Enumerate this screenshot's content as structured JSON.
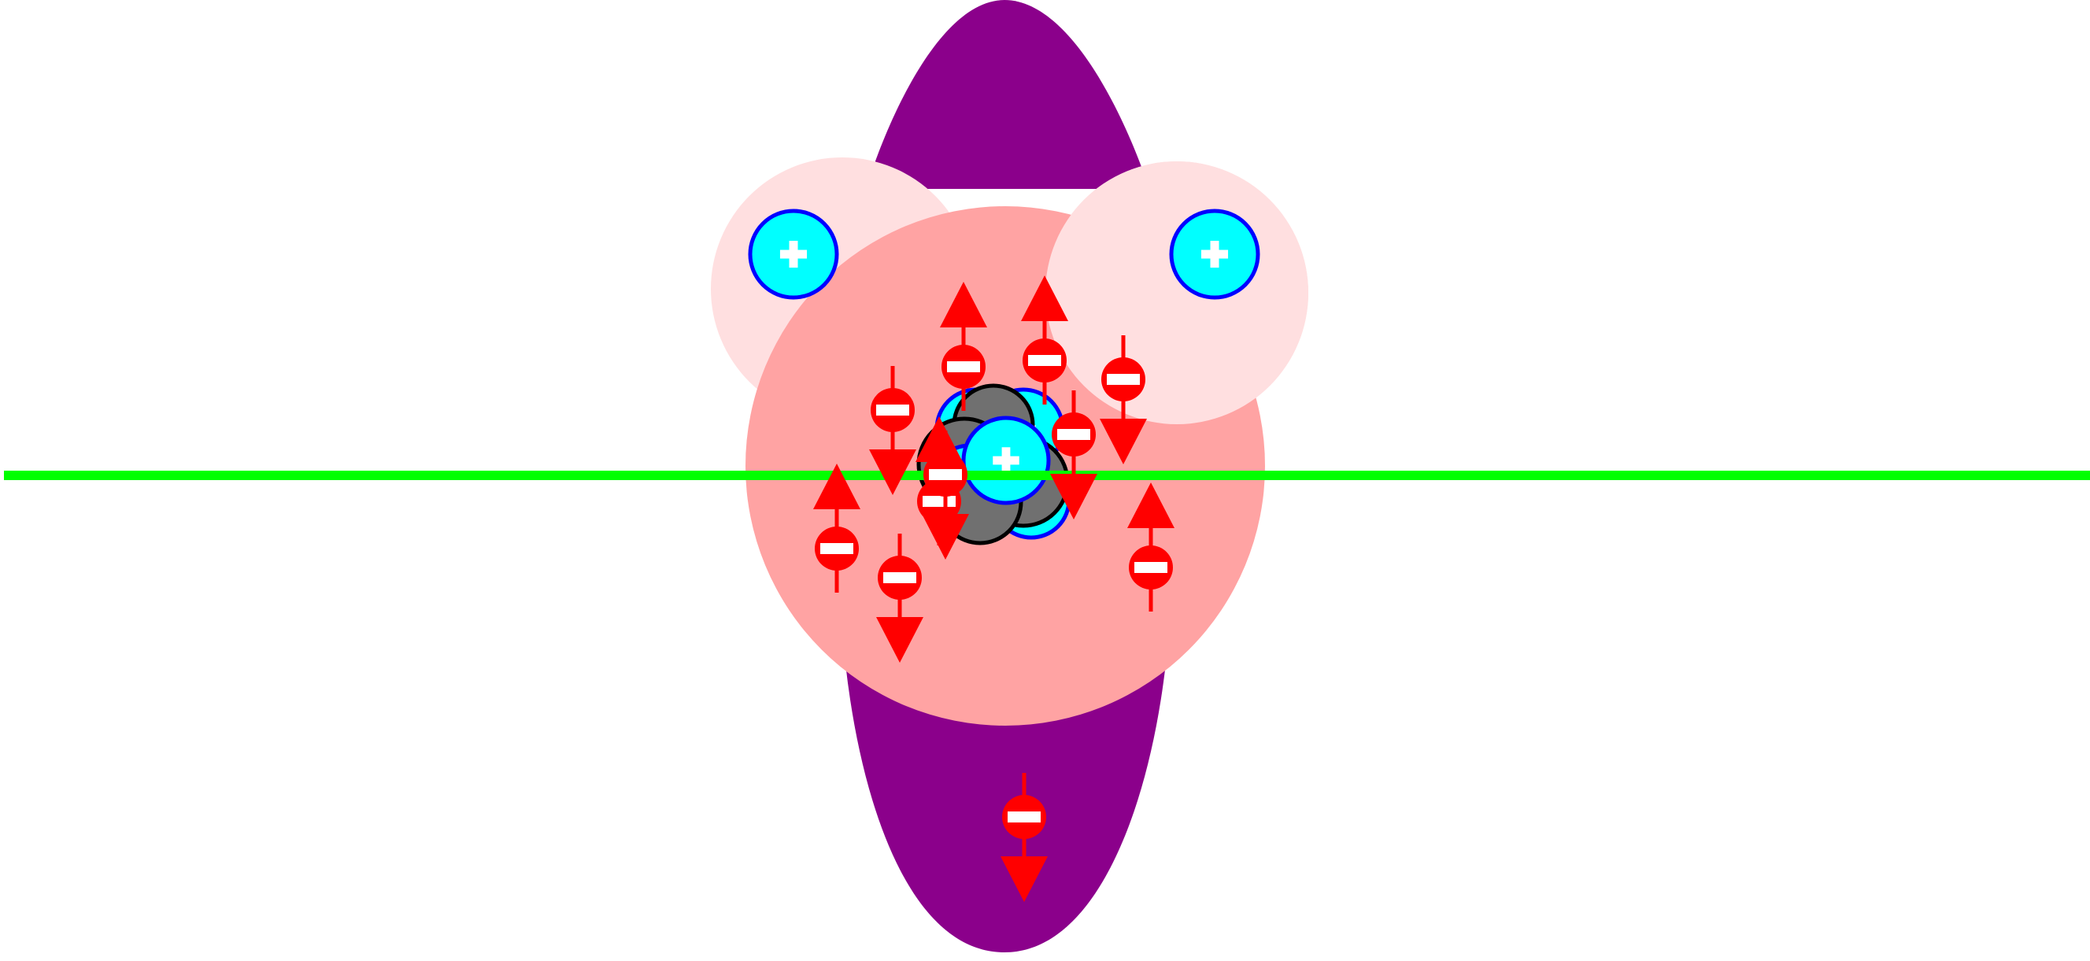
{
  "diagram": {
    "colors": {
      "background": "#ffffff",
      "orbital_lobe": "#8b008b",
      "outer_atom_cloud": "#ffdfe0",
      "central_atom_cloud": "#ffa3a3",
      "bond_axis": "#00ff00",
      "proton_fill": "#00ffff",
      "proton_stroke": "#0000ff",
      "neutron_fill": "#707070",
      "neutron_stroke": "#000000",
      "electron": "#ff0000",
      "charge_symbol": "#ffffff"
    },
    "icons": {
      "proton": "plus-sign-in-cyan-circle",
      "neutron": "plain-grey-circle",
      "electron": "minus-sign-in-red-circle",
      "spin": "arrow-up-or-down"
    },
    "counts": {
      "outer_atoms": 2,
      "electrons_in_central_cloud": 10,
      "electrons_in_lower_lobe": 1
    },
    "electron_spins": [
      "up",
      "up",
      "down",
      "down",
      "up",
      "down",
      "up",
      "down",
      "up",
      "down",
      "down"
    ]
  }
}
